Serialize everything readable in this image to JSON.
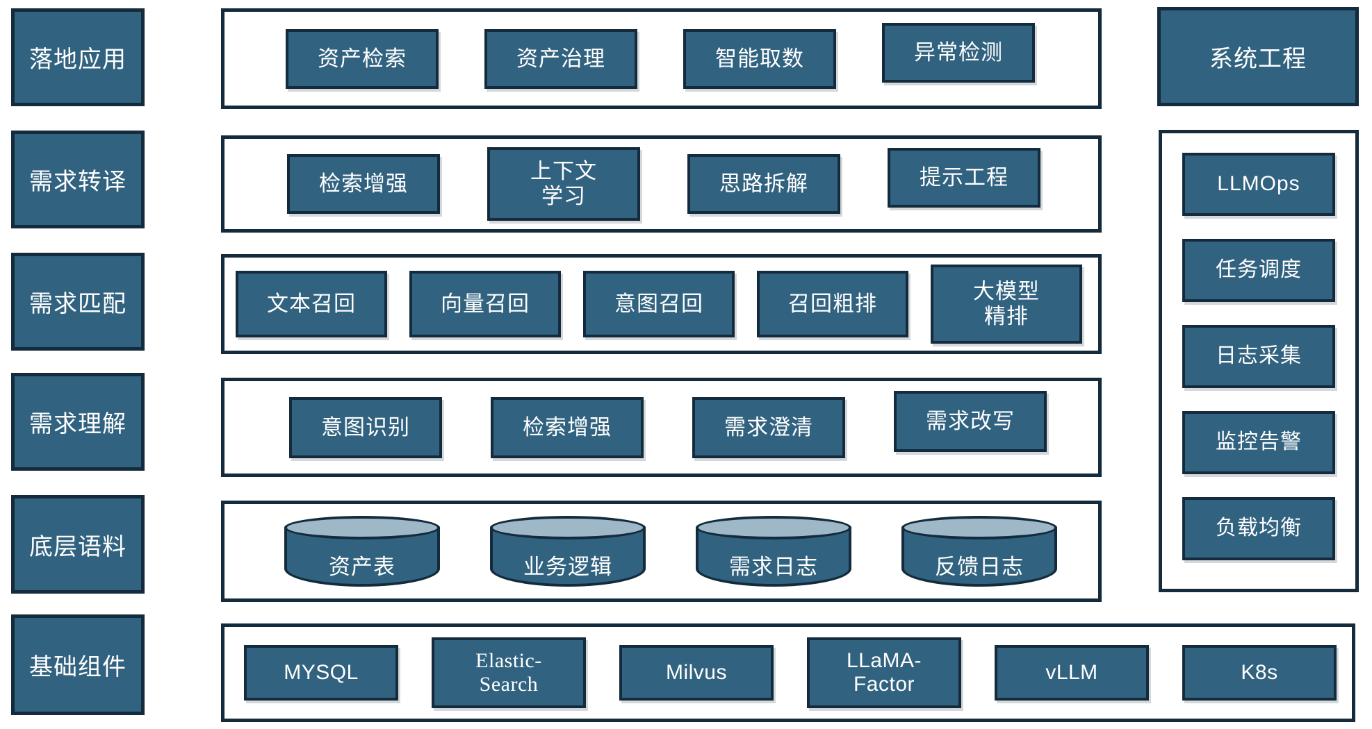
{
  "colors": {
    "box_fill": "#31627F",
    "box_border": "#132B3C",
    "cylinder_top": "#9FB8C7",
    "text": "#FFFFFF",
    "background": "#FFFFFF"
  },
  "left_column": {
    "items": [
      {
        "label": "落地应用"
      },
      {
        "label": "需求转译"
      },
      {
        "label": "需求匹配"
      },
      {
        "label": "需求理解"
      },
      {
        "label": "底层语料"
      },
      {
        "label": "基础组件"
      }
    ]
  },
  "rows": [
    {
      "id": "applications",
      "items": [
        {
          "label": "资产检索"
        },
        {
          "label": "资产治理"
        },
        {
          "label": "智能取数"
        },
        {
          "label": "异常检测"
        }
      ]
    },
    {
      "id": "translation",
      "items": [
        {
          "label": "检索增强"
        },
        {
          "label": "上下文\n学习"
        },
        {
          "label": "思路拆解"
        },
        {
          "label": "提示工程"
        }
      ]
    },
    {
      "id": "matching",
      "items": [
        {
          "label": "文本召回"
        },
        {
          "label": "向量召回"
        },
        {
          "label": "意图召回"
        },
        {
          "label": "召回粗排"
        },
        {
          "label": "大模型\n精排"
        }
      ]
    },
    {
      "id": "understanding",
      "items": [
        {
          "label": "意图识别"
        },
        {
          "label": "检索增强"
        },
        {
          "label": "需求澄清"
        },
        {
          "label": "需求改写"
        }
      ]
    },
    {
      "id": "corpus",
      "items": [
        {
          "label": "资产表"
        },
        {
          "label": "业务逻辑"
        },
        {
          "label": "需求日志"
        },
        {
          "label": "反馈日志"
        }
      ]
    },
    {
      "id": "components",
      "items": [
        {
          "label": "MYSQL"
        },
        {
          "label": "Elastic-\nSearch"
        },
        {
          "label": "Milvus"
        },
        {
          "label": "LLaMA-\nFactor"
        },
        {
          "label": "vLLM"
        },
        {
          "label": "K8s"
        }
      ]
    }
  ],
  "right_column": {
    "header": {
      "label": "系统工程"
    },
    "items": [
      {
        "label": "LLMOps"
      },
      {
        "label": "任务调度"
      },
      {
        "label": "日志采集"
      },
      {
        "label": "监控告警"
      },
      {
        "label": "负载均衡"
      }
    ]
  }
}
